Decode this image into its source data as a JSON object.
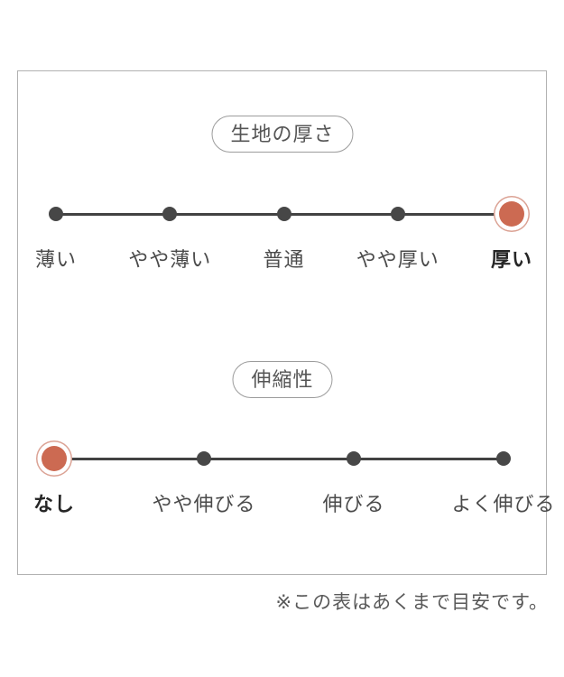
{
  "note": "※この表はあくまで目安です。",
  "colors": {
    "accent": "#cc6a52",
    "accent_ring": "#dba294",
    "dot": "#474747",
    "line": "#424242",
    "panel_border": "#b1b1b1",
    "label_text": "#4a4a4a",
    "pill_border": "#9c9c9c"
  },
  "chart_data": [
    {
      "type": "scale",
      "title": "生地の厚さ",
      "categories": [
        "薄い",
        "やや薄い",
        "普通",
        "やや厚い",
        "厚い"
      ],
      "selected": "厚い",
      "selected_index": 4,
      "legend_position": "none",
      "grid": false
    },
    {
      "type": "scale",
      "title": "伸縮性",
      "categories": [
        "なし",
        "やや伸びる",
        "伸びる",
        "よく伸びる"
      ],
      "selected": "なし",
      "selected_index": 0,
      "legend_position": "none",
      "grid": false
    }
  ]
}
